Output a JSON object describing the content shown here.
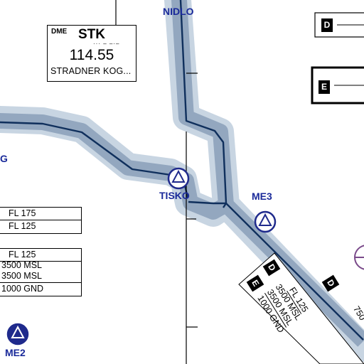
{
  "waypoints": [
    {
      "id": "nidlo",
      "label": "NIDLO"
    },
    {
      "id": "tisko",
      "label": "TISKO"
    },
    {
      "id": "me3",
      "label": "ME3"
    },
    {
      "id": "me2",
      "label": "ME2"
    },
    {
      "id": "g",
      "label": "G"
    }
  ],
  "navaid": {
    "type": "DME",
    "ident": "STK",
    "frequency": "114.55",
    "name": "STRADNER KOG...",
    "morse": "··· – –·–"
  },
  "airspace_classes": [
    "D",
    "E",
    "D",
    "E",
    "D"
  ],
  "altitude_blocks": {
    "left_upper": [
      "FL 175",
      "FL 125"
    ],
    "left_lower": [
      "FL 125",
      "3500 MSL",
      "3500 MSL",
      "1000 GND"
    ],
    "diagonal_upper": [
      "FL 125",
      "3500 MSL",
      "3500 MSL",
      "1000 GND"
    ],
    "diagonal_right": "750"
  },
  "colors": {
    "route": "#0f2f5c",
    "corridor_inner": "#93a7bf",
    "corridor_outer": "#c8d5e2",
    "symbol": "#1f2a8c",
    "label": "#1a2a9a",
    "restricted": "#7a4a8a"
  }
}
